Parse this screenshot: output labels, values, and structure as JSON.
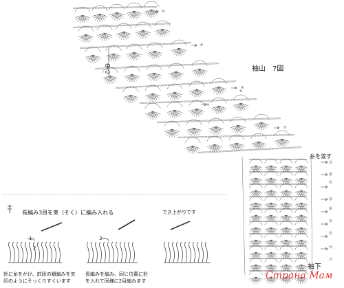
{
  "title": "袖山　7図",
  "bottom_label": "袖下",
  "center_label": "中心",
  "thread_label": "糸を渡す",
  "row_markers": {
    "top": [
      "⑩",
      "⑧",
      "⑨",
      "⑥",
      "⑤",
      "④"
    ],
    "right": [
      "⑬",
      "㉘",
      "⑮",
      "㉒",
      "⑳",
      "⑲",
      "⑮",
      "⑭",
      "⑪"
    ]
  },
  "step1": {
    "title": "長編み3目を束（そく）に編み入れる",
    "caption1": "針に糸をかけ、前段の鎖編みを矢",
    "caption2": "印のようにそっくりすくいます",
    "arrow_labels": [
      "1",
      "2"
    ]
  },
  "step2": {
    "arrow_label": "3",
    "caption1": "長編みを編み、同じ位置に針",
    "caption2": "を入れて同様に2目編みます"
  },
  "step3": {
    "caption1": "でき上がりです"
  },
  "watermark": "Страна Мам"
}
